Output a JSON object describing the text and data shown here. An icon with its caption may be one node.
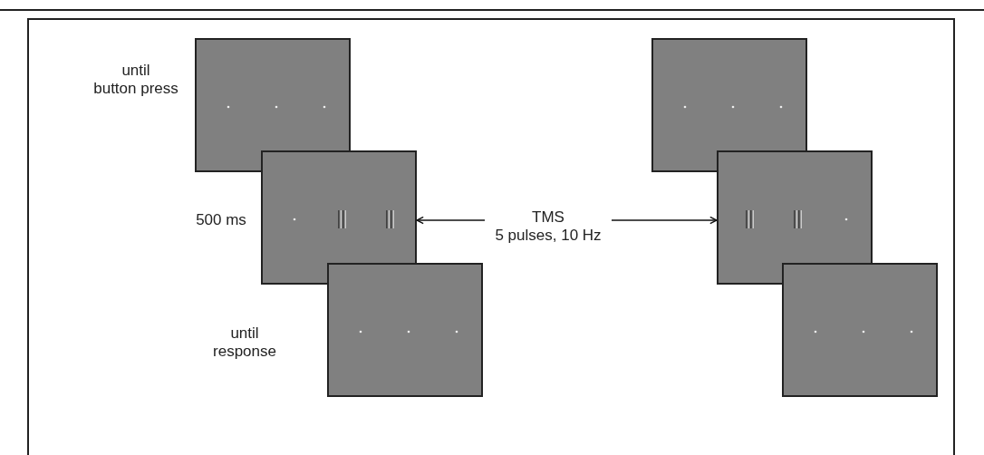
{
  "diagram": {
    "nodes": [
      {
        "text": [],
        "shape": "box",
        "beside": [
          "until button press"
        ]
      },
      {
        "text": [],
        "shape": "box",
        "beside": [
          "500 ms"
        ]
      },
      {
        "text": [],
        "shape": "box",
        "beside": [
          "until response"
        ]
      },
      {
        "text": [
          "TMS",
          "5 pulses, 10 Hz"
        ]
      },
      {
        "text": [],
        "shape": "box"
      },
      {
        "text": [],
        "shape": "box"
      },
      {
        "text": [],
        "shape": "box"
      }
    ],
    "edges": [
      {
        "from": 3,
        "to": 1,
        "arrow": "to"
      },
      {
        "from": 3,
        "to": 5,
        "arrow": "to"
      }
    ]
  }
}
